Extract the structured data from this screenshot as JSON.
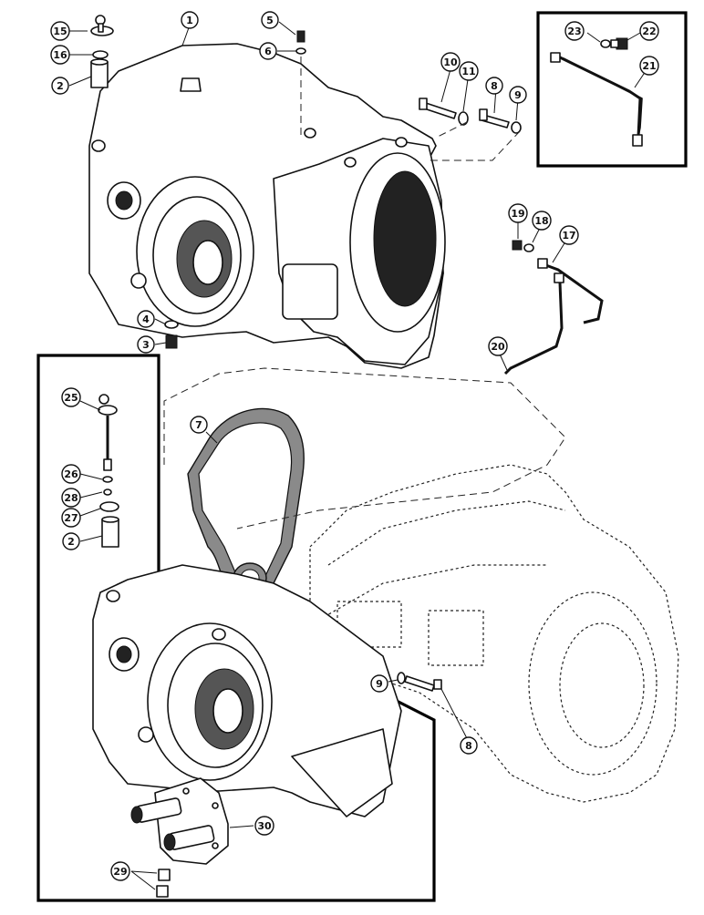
{
  "figure": {
    "callouts": [
      {
        "id": "c1",
        "label": "1"
      },
      {
        "id": "c2a",
        "label": "2"
      },
      {
        "id": "c2b",
        "label": "2"
      },
      {
        "id": "c3",
        "label": "3"
      },
      {
        "id": "c4",
        "label": "4"
      },
      {
        "id": "c5",
        "label": "5"
      },
      {
        "id": "c6",
        "label": "6"
      },
      {
        "id": "c7",
        "label": "7"
      },
      {
        "id": "c8a",
        "label": "8"
      },
      {
        "id": "c8b",
        "label": "8"
      },
      {
        "id": "c9a",
        "label": "9"
      },
      {
        "id": "c9b",
        "label": "9"
      },
      {
        "id": "c10",
        "label": "10"
      },
      {
        "id": "c11",
        "label": "11"
      },
      {
        "id": "c15",
        "label": "15"
      },
      {
        "id": "c16",
        "label": "16"
      },
      {
        "id": "c17",
        "label": "17"
      },
      {
        "id": "c18",
        "label": "18"
      },
      {
        "id": "c19",
        "label": "19"
      },
      {
        "id": "c20",
        "label": "20"
      },
      {
        "id": "c21",
        "label": "21"
      },
      {
        "id": "c22",
        "label": "22"
      },
      {
        "id": "c23",
        "label": "23"
      },
      {
        "id": "c25",
        "label": "25"
      },
      {
        "id": "c26",
        "label": "26"
      },
      {
        "id": "c27",
        "label": "27"
      },
      {
        "id": "c28",
        "label": "28"
      },
      {
        "id": "c29",
        "label": "29"
      },
      {
        "id": "c30",
        "label": "30"
      }
    ]
  }
}
